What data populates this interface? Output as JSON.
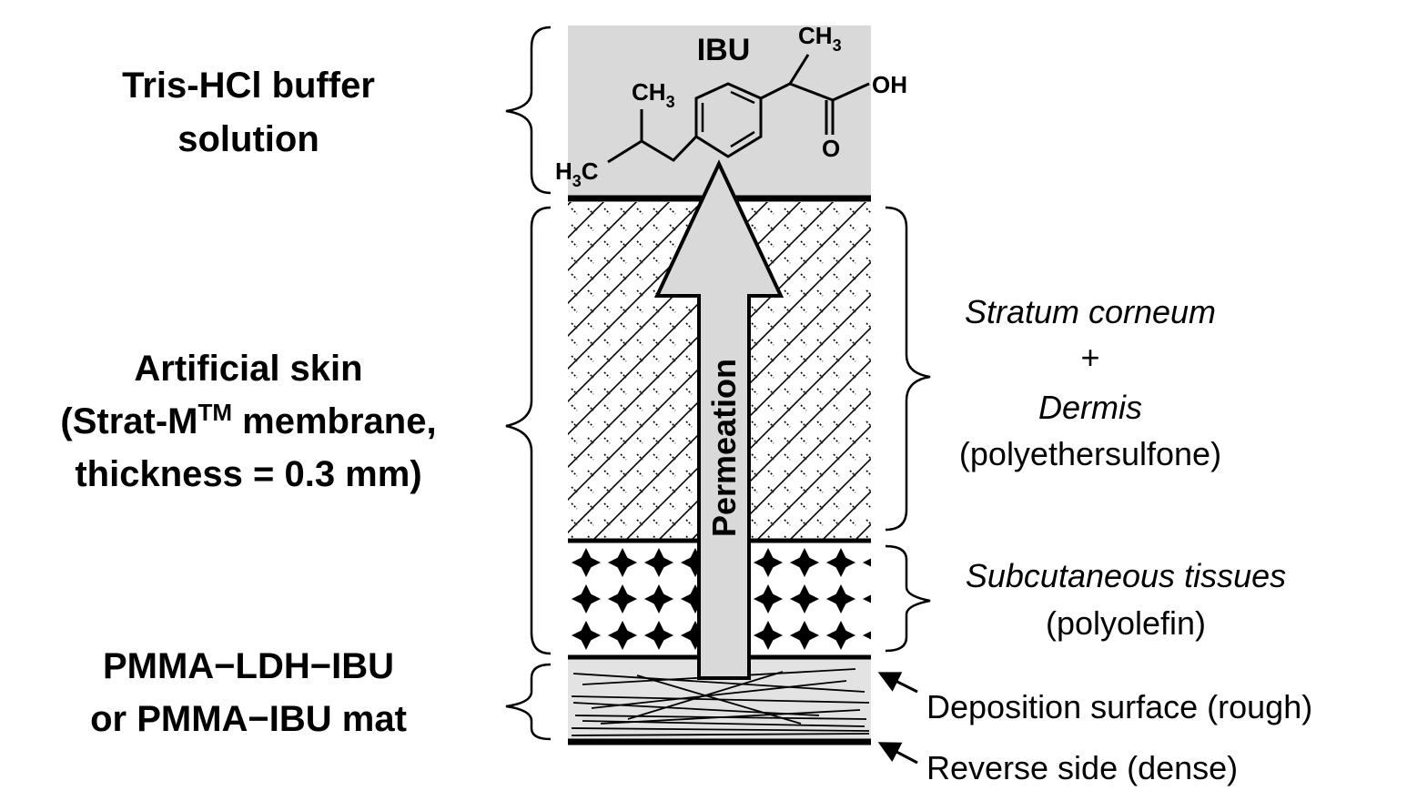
{
  "left_labels": {
    "buffer": {
      "line1": "Tris-HCl buffer",
      "line2": "solution"
    },
    "skin": {
      "line1": "Artificial skin",
      "line2a": "(Strat-M",
      "line2_sup": "TM",
      "line2b": " membrane,",
      "line3": "thickness = 0.3 mm)"
    },
    "mat": {
      "line1": "PMMA−LDH−IBU",
      "line2": "or PMMA−IBU mat"
    }
  },
  "molecule": {
    "name": "IBU",
    "ch3_top": "CH",
    "ch3_top_sub": "3",
    "ch3_mid": "CH",
    "ch3_mid_sub": "3",
    "h3c_h": "H",
    "h3c_sub": "3",
    "h3c_c": "C",
    "oh": "OH",
    "o": "O"
  },
  "arrow_label": "Permeation",
  "right_labels": {
    "stratum": "Stratum corneum",
    "plus": "+",
    "dermis": "Dermis",
    "dermis_material": "(polyethersulfone)",
    "subcutaneous": "Subcutaneous tissues",
    "subcutaneous_material": "(polyolefin)",
    "deposition": "Deposition surface (rough)",
    "reverse": "Reverse side (dense)"
  },
  "colors": {
    "buffer_fill": "#d9d9d9",
    "arrow_fill": "#d9d9d9",
    "mat_fill": "#e3e3e3",
    "ink": "#000000"
  }
}
